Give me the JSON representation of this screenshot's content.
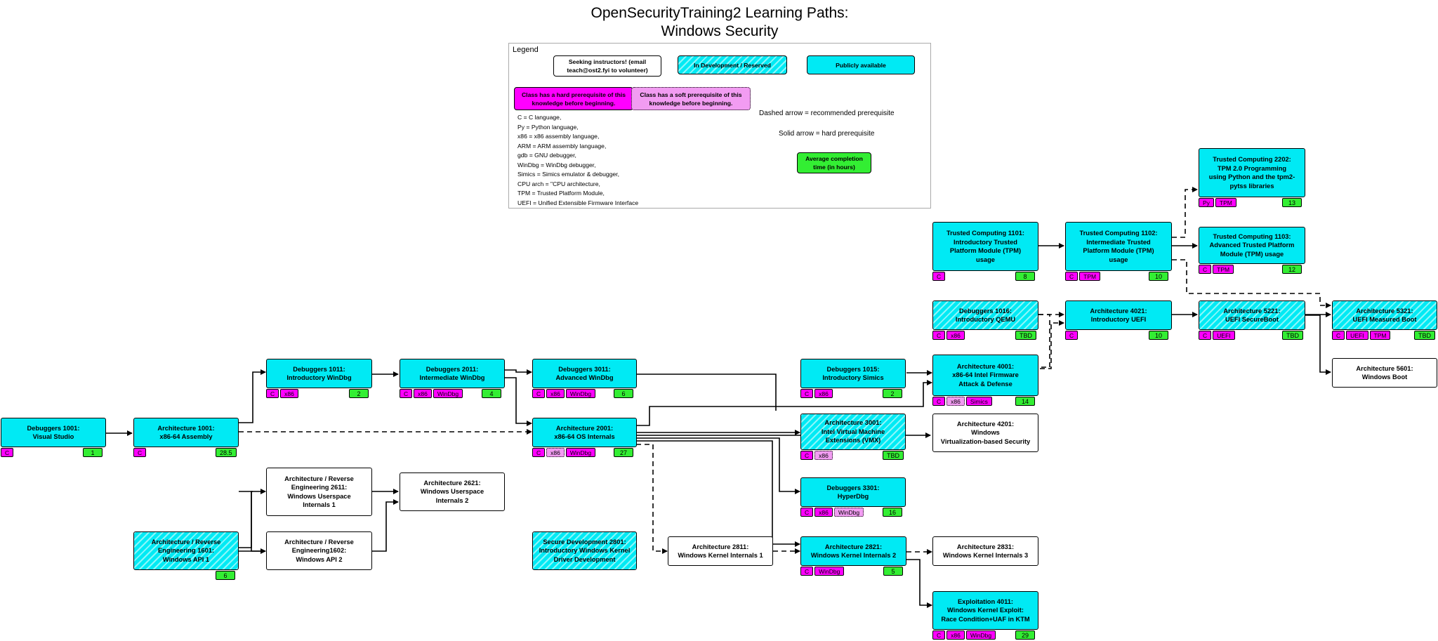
{
  "title": [
    "OpenSecurityTraining2 Learning Paths:",
    "Windows Security"
  ],
  "legend": {
    "heading": "Legend",
    "seeking": "Seeking instructors! (email teach@ost2.fyi to volunteer)",
    "in_dev": "In Development / Reserved",
    "public": "Publicly available",
    "hard_prereq": "Class has a hard prerequisite of this knowledge before beginning.",
    "soft_prereq": "Class has a soft prerequisite of this knowledge before beginning.",
    "dashed": "Dashed arrow = recommended prerequisite",
    "solid": "Solid arrow = hard prerequisite",
    "avg_time": "Average completion time (in hours)",
    "abbreviations": [
      "C = C language,",
      "Py = Python language,",
      "x86 = x86 assembly language,",
      "ARM = ARM assembly language,",
      "gdb = GNU debugger,",
      "WinDbg = WinDbg debugger,",
      "Simics = Simics emulator & debugger,",
      "CPU arch = \"CPU architecture,",
      "TPM = Trusted Platform Module,",
      "UEFI = Unified Extensible Firmware Interface"
    ],
    "colors": {
      "cyan": "#00eaf4",
      "magenta": "#ff00ff",
      "light_magenta": "#f29cf2",
      "green": "#33ee33"
    }
  },
  "courses": {
    "dbg1001": {
      "label": "Debuggers 1001:\nVisual Studio",
      "status": "public",
      "tags": [
        {
          "t": "C"
        }
      ],
      "hours": "1"
    },
    "arch1001": {
      "label": "Architecture 1001:\nx86-64 Assembly",
      "status": "public",
      "tags": [
        {
          "t": "C"
        }
      ],
      "hours": "28.5"
    },
    "dbg1011": {
      "label": "Debuggers 1011:\nIntroductory WinDbg",
      "status": "public",
      "tags": [
        {
          "t": "C"
        },
        {
          "t": "x86"
        }
      ],
      "hours": "2"
    },
    "dbg2011": {
      "label": "Debuggers 2011:\nIntermediate WinDbg",
      "status": "public",
      "tags": [
        {
          "t": "C"
        },
        {
          "t": "x86"
        },
        {
          "t": "WinDbg"
        }
      ],
      "hours": "4"
    },
    "dbg3011": {
      "label": "Debuggers 3011:\nAdvanced WinDbg",
      "status": "public",
      "tags": [
        {
          "t": "C"
        },
        {
          "t": "x86"
        },
        {
          "t": "WinDbg"
        }
      ],
      "hours": "6"
    },
    "arch2001": {
      "label": "Architecture 2001:\nx86-64 OS Internals",
      "status": "public",
      "tags": [
        {
          "t": "C"
        },
        {
          "t": "x86",
          "soft": true
        },
        {
          "t": "WinDbg"
        }
      ],
      "hours": "27"
    },
    "dbg1015": {
      "label": "Debuggers 1015:\nIntroductory Simics",
      "status": "public",
      "tags": [
        {
          "t": "C"
        },
        {
          "t": "x86"
        }
      ],
      "hours": "2"
    },
    "arch3001": {
      "label": "Architecture 3001:\nIntel Virtual Machine\nExtensions (VMX)",
      "status": "dev",
      "tags": [
        {
          "t": "C"
        },
        {
          "t": "x86",
          "soft": true
        }
      ],
      "hours": "TBD"
    },
    "dbg3301": {
      "label": "Debuggers 3301:\nHyperDbg",
      "status": "public",
      "tags": [
        {
          "t": "C"
        },
        {
          "t": "x86"
        },
        {
          "t": "WinDbg",
          "soft": true
        }
      ],
      "hours": "16"
    },
    "arch4001": {
      "label": "Architecture 4001:\nx86-64 Intel Firmware\nAttack & Defense",
      "status": "public",
      "tags": [
        {
          "t": "C"
        },
        {
          "t": "x86",
          "soft": true
        },
        {
          "t": "Simics"
        }
      ],
      "hours": "14"
    },
    "arch4201": {
      "label": "Architecture 4201:\nWindows\nVirtualization-based Security",
      "status": "seeking",
      "tags": [],
      "hours": ""
    },
    "dbg1016": {
      "label": "Debuggers 1016:\nIntroductory QEMU",
      "status": "dev",
      "tags": [
        {
          "t": "C"
        },
        {
          "t": "x86"
        }
      ],
      "hours": "TBD"
    },
    "arch4021": {
      "label": "Architecture 4021:\nIntroductory UEFI",
      "status": "public",
      "tags": [
        {
          "t": "C"
        }
      ],
      "hours": "10"
    },
    "arch5221": {
      "label": "Architecture 5221:\nUEFI SecureBoot",
      "status": "dev",
      "tags": [
        {
          "t": "C"
        },
        {
          "t": "UEFI"
        }
      ],
      "hours": "TBD"
    },
    "arch5321": {
      "label": "Architecture 5321:\nUEFI Measured Boot",
      "status": "dev",
      "tags": [
        {
          "t": "C"
        },
        {
          "t": "UEFI"
        },
        {
          "t": "TPM"
        }
      ],
      "hours": "TBD"
    },
    "arch5601": {
      "label": "Architecture 5601:\nWindows Boot",
      "status": "seeking",
      "tags": [],
      "hours": ""
    },
    "tc1101": {
      "label": "Trusted Computing 1101:\nIntroductory Trusted\nPlatform Module (TPM)\nusage",
      "status": "public",
      "tags": [
        {
          "t": "C"
        }
      ],
      "hours": "8"
    },
    "tc1102": {
      "label": "Trusted Computing 1102:\nIntermediate Trusted\nPlatform Module (TPM)\nusage",
      "status": "public",
      "tags": [
        {
          "t": "C"
        },
        {
          "t": "TPM"
        }
      ],
      "hours": "10"
    },
    "tc2202": {
      "label": "Trusted Computing 2202:\nTPM 2.0 Programming\nusing Python and the tpm2-\npytss libraries",
      "status": "public",
      "tags": [
        {
          "t": "Py"
        },
        {
          "t": "TPM"
        }
      ],
      "hours": "13"
    },
    "tc1103": {
      "label": "Trusted Computing 1103:\nAdvanced Trusted Platform\nModule (TPM) usage",
      "status": "public",
      "tags": [
        {
          "t": "C"
        },
        {
          "t": "TPM"
        }
      ],
      "hours": "12"
    },
    "re1601": {
      "label": "Architecture / Reverse\nEngineering 1601:\nWindows API 1",
      "status": "dev",
      "tags": [],
      "hours": "6"
    },
    "re2611": {
      "label": "Architecture / Reverse\nEngineering 2611:\nWindows Userspace\nInternals 1",
      "status": "seeking",
      "tags": [],
      "hours": ""
    },
    "re1602": {
      "label": "Architecture / Reverse\nEngineering1602:\nWindows API 2",
      "status": "seeking",
      "tags": [],
      "hours": ""
    },
    "arch2621": {
      "label": "Architecture 2621:\nWindows Userspace\nInternals 2",
      "status": "seeking",
      "tags": [],
      "hours": ""
    },
    "sd2801": {
      "label": "Secure Development 2801:\nIntroductory Windows Kernel\nDriver Development",
      "status": "dev",
      "tags": [],
      "hours": ""
    },
    "arch2811": {
      "label": "Architecture 2811:\nWindows Kernel Internals 1",
      "status": "seeking",
      "tags": [],
      "hours": ""
    },
    "arch2821": {
      "label": "Architecture 2821:\nWindows Kernel Internals 2",
      "status": "public",
      "tags": [
        {
          "t": "C"
        },
        {
          "t": "WinDbg"
        }
      ],
      "hours": "5"
    },
    "arch2831": {
      "label": "Architecture 2831:\nWindows Kernel Internals 3",
      "status": "seeking",
      "tags": [],
      "hours": ""
    },
    "exp4011": {
      "label": "Exploitation 4011:\nWindows Kernel Exploit:\nRace Condition+UAF in KTM",
      "status": "public",
      "tags": [
        {
          "t": "C"
        },
        {
          "t": "x86"
        },
        {
          "t": "WinDbg"
        }
      ],
      "hours": "29"
    }
  }
}
